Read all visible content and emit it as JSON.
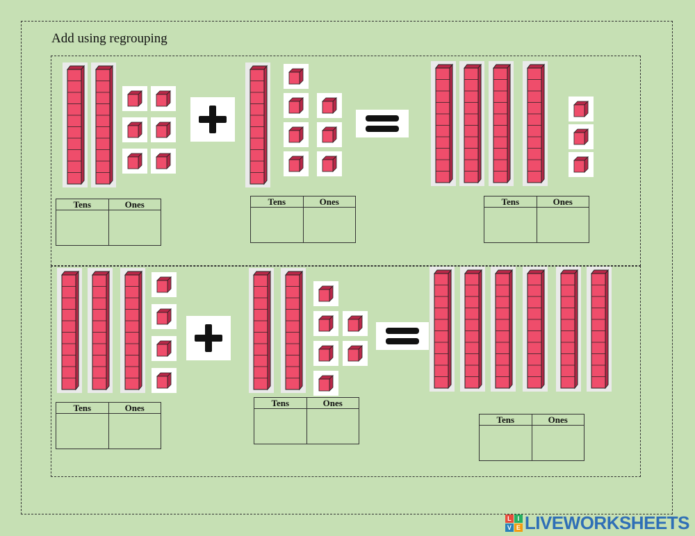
{
  "page": {
    "title": "Add using regrouping"
  },
  "table_labels": {
    "tens": "Tens",
    "ones": "Ones"
  },
  "colors": {
    "block": "#ef4d6b",
    "block_dark": "#b92848",
    "outline": "#222222"
  },
  "icons": {
    "plus": "plus-icon",
    "equals": "equals-icon"
  },
  "problems": [
    {
      "addend1": {
        "tens": 2,
        "ones": 6
      },
      "addend2": {
        "tens": 1,
        "ones": 7
      },
      "sum": {
        "tens": 4,
        "ones": 3
      }
    },
    {
      "addend1": {
        "tens": 3,
        "ones": 4
      },
      "addend2": {
        "tens": 2,
        "ones": 6
      },
      "sum": {
        "tens": 6,
        "ones": 0
      }
    }
  ],
  "brand": {
    "logo_letters": [
      "L",
      "I",
      "V",
      "E"
    ],
    "logo_text": "LIVEWORKSHEETS"
  }
}
